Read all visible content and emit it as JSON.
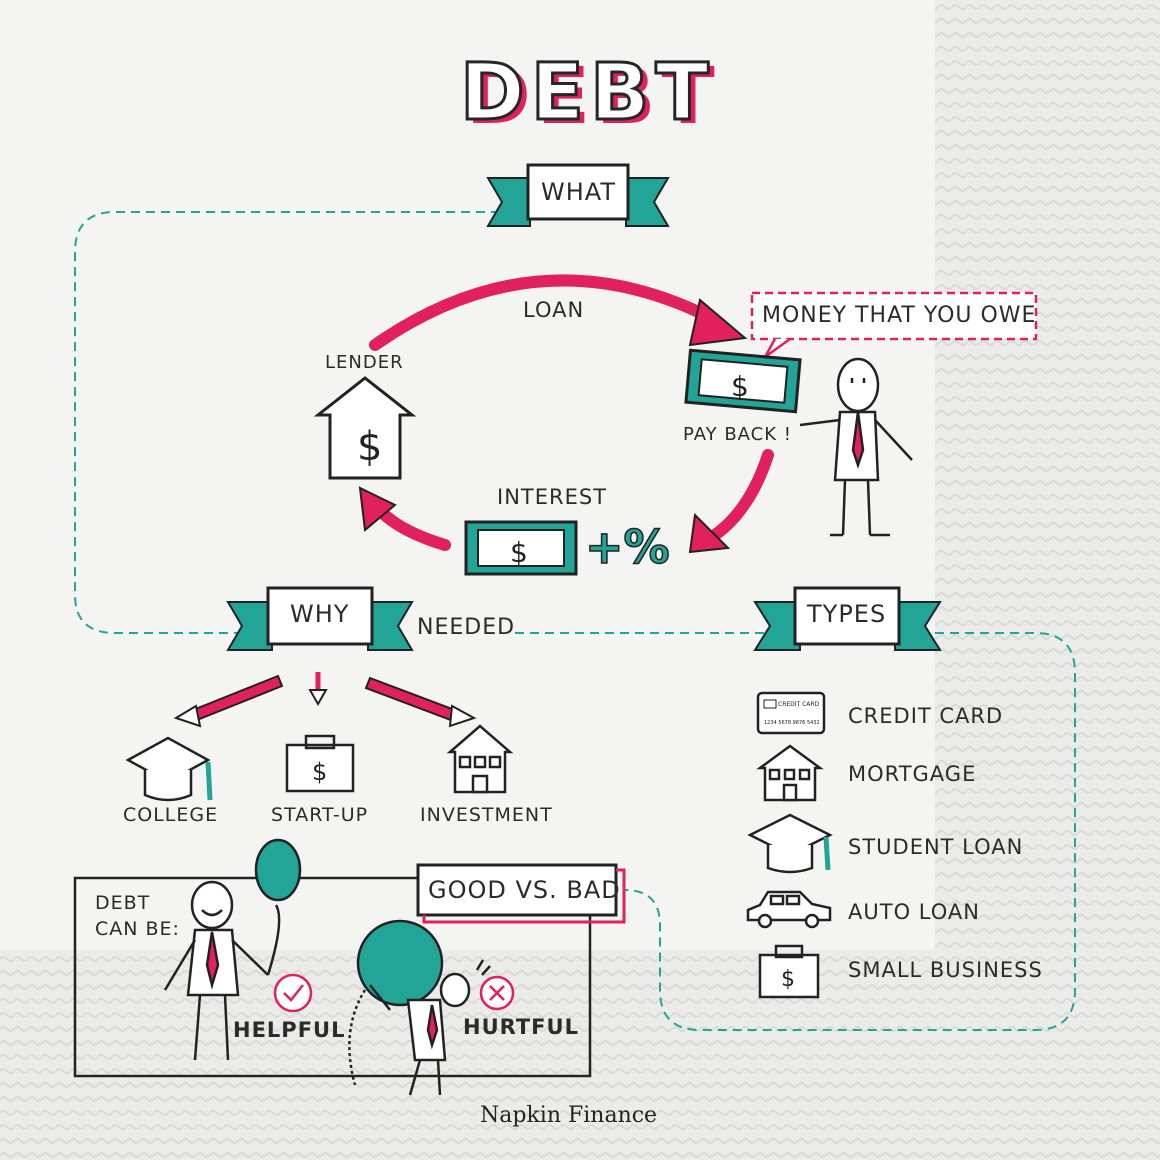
{
  "title": "DEBT",
  "sections": {
    "what": "WHAT",
    "why": "WHY",
    "needed": "NEEDED",
    "types": "TYPES",
    "good_vs_bad": "GOOD VS. BAD"
  },
  "cycle": {
    "loan": "LOAN",
    "lender": "LENDER",
    "money_owe": "MONEY THAT YOU OWE",
    "pay_back": "PAY BACK !",
    "interest": "INTEREST",
    "plus_percent": "+%"
  },
  "why_items": [
    "COLLEGE",
    "START-UP",
    "INVESTMENT"
  ],
  "types_list": [
    {
      "label": "CREDIT CARD",
      "icon": "credit-card-icon"
    },
    {
      "label": "MORTGAGE",
      "icon": "house-icon"
    },
    {
      "label": "STUDENT LOAN",
      "icon": "graduation-cap-icon"
    },
    {
      "label": "AUTO LOAN",
      "icon": "car-icon"
    },
    {
      "label": "SMALL BUSINESS",
      "icon": "briefcase-icon"
    }
  ],
  "credit_card_text": {
    "name": "CREDIT CARD",
    "number": "1234 5678 9876 5432"
  },
  "debt_can_be": {
    "line1": "DEBT",
    "line2": "CAN BE:"
  },
  "helpful": "HELPFUL",
  "hurtful": "HURTFUL",
  "footer": "Napkin Finance",
  "colors": {
    "teal": "#22a596",
    "pink": "#e0205f",
    "ink": "#2a2a2a",
    "napkin": "#f3f3f2"
  }
}
